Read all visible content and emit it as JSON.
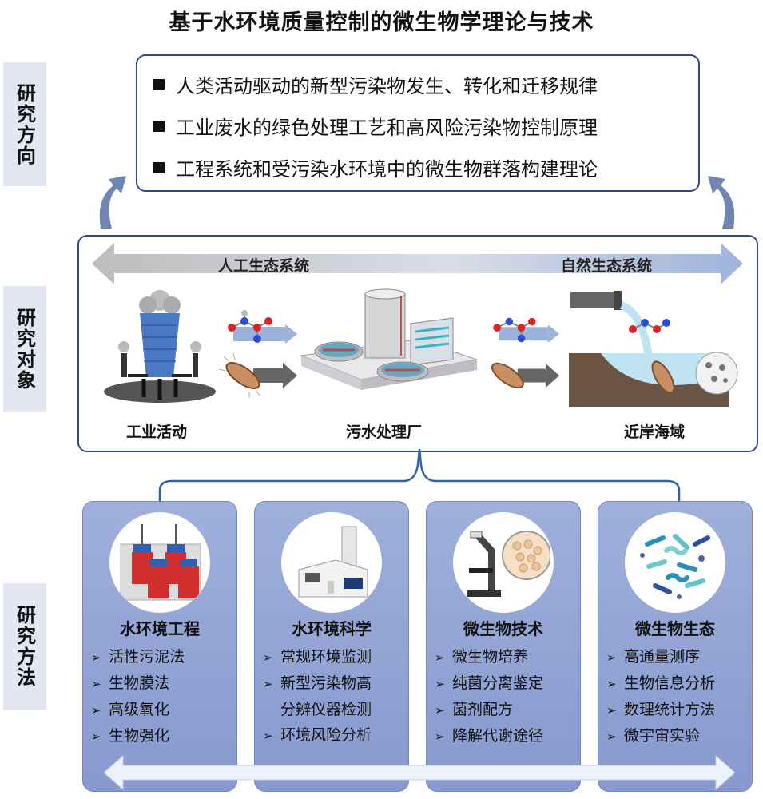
{
  "title": "基于水环境质量控制的微生物学理论与技术",
  "side_labels": {
    "direction": "研究方向",
    "object": "研究对象",
    "method": "研究方法"
  },
  "directions": [
    "人类活动驱动的新型污染物发生、转化和迁移规律",
    "工业废水的绿色处理工艺和高风险污染物控制原理",
    "工程系统和受污染水环境中的微生物群落构建理论"
  ],
  "ecosystem": {
    "left": "人工生态系统",
    "right": "自然生态系统"
  },
  "objects": [
    {
      "label": "工业活动",
      "icon": "factory-icon"
    },
    {
      "label": "污水处理厂",
      "icon": "wastewater-plant-icon"
    },
    {
      "label": "近岸海域",
      "icon": "coastal-sea-icon"
    }
  ],
  "methods": [
    {
      "title": "水环境工程",
      "icon": "bioreactor-icon",
      "items": [
        "活性污泥法",
        "生物膜法",
        "高级氧化",
        "生物强化"
      ]
    },
    {
      "title": "水环境科学",
      "icon": "analytical-instrument-icon",
      "items": [
        "常规环境监测",
        "新型污染物高",
        "分辨仪器检测",
        "环境风险分析"
      ]
    },
    {
      "title": "微生物技术",
      "icon": "microscope-icon",
      "items": [
        "微生物培养",
        "纯菌分离鉴定",
        "菌剂配方",
        "降解代谢途径"
      ]
    },
    {
      "title": "微生物生态",
      "icon": "bacteria-icon",
      "items": [
        "高通量测序",
        "生物信息分析",
        "数理统计方法",
        "微宇宙实验"
      ]
    }
  ],
  "colors": {
    "frame": "#2f4a86",
    "card": "#8f9fd4",
    "label_bg": "#e2e7f1",
    "arrow": "#6f86b4"
  }
}
